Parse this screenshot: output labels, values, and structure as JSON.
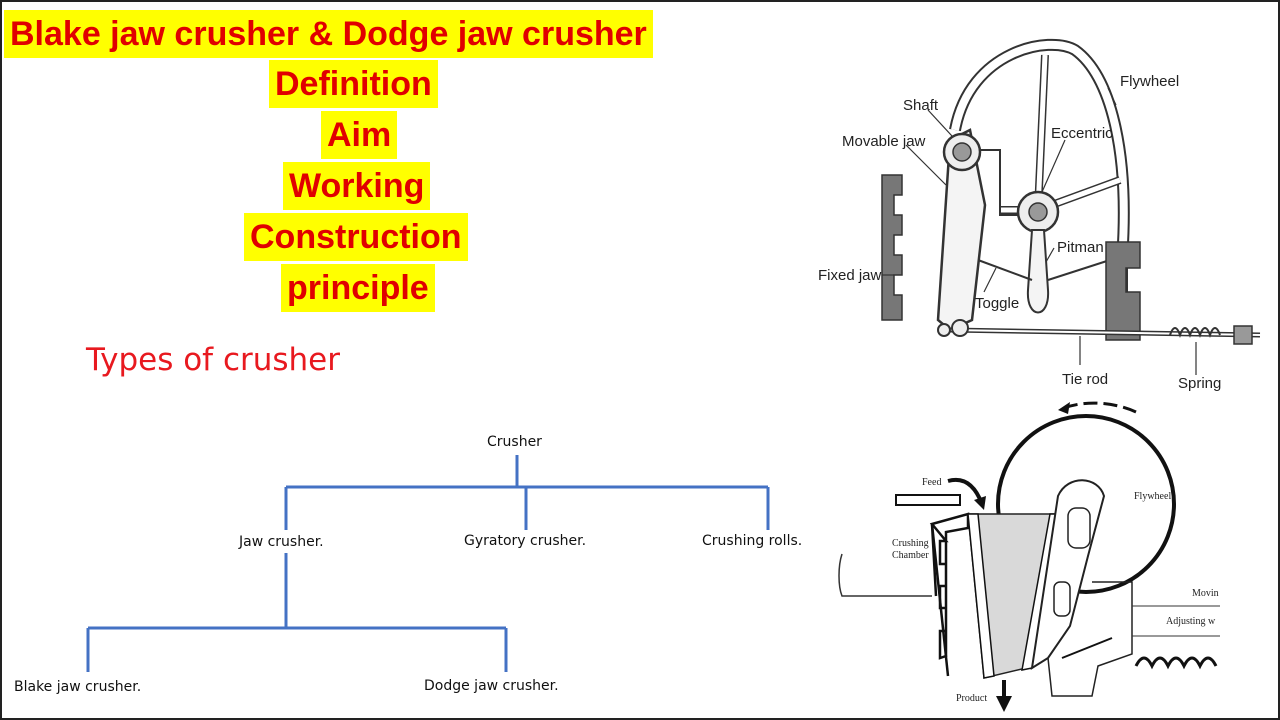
{
  "heading": {
    "line1": "Blake jaw crusher & Dodge jaw crusher",
    "line2": "Definition",
    "line3": "Aim",
    "line4": "Working",
    "line5": "Construction",
    "line6": "principle"
  },
  "types_title": "Types of crusher",
  "tree": {
    "root": "Crusher",
    "level1": [
      "Jaw crusher.",
      "Gyratory crusher.",
      "Crushing rolls."
    ],
    "level2": [
      "Blake jaw crusher.",
      "Dodge jaw crusher."
    ],
    "line_color": "#4472c4"
  },
  "blake_diagram": {
    "labels": {
      "shaft": "Shaft",
      "flywheel": "Flywheel",
      "eccentric": "Eccentric",
      "movable_jaw": "Movable jaw",
      "fixed_jaw": "Fixed jaw",
      "pitman": "Pitman",
      "toggle": "Toggle",
      "tie_rod": "Tie rod",
      "spring": "Spring"
    }
  },
  "dodge_diagram": {
    "labels": {
      "feed": "Feed",
      "flywheel": "Flywheel",
      "crushing_chamber_1": "Crushing",
      "crushing_chamber_2": "Chamber",
      "moving": "Movin",
      "adjusting": "Adjusting w",
      "product": "Product"
    }
  },
  "colors": {
    "heading_text": "#e00000",
    "heading_bg": "#ffff00",
    "types_title": "#e8191f"
  }
}
